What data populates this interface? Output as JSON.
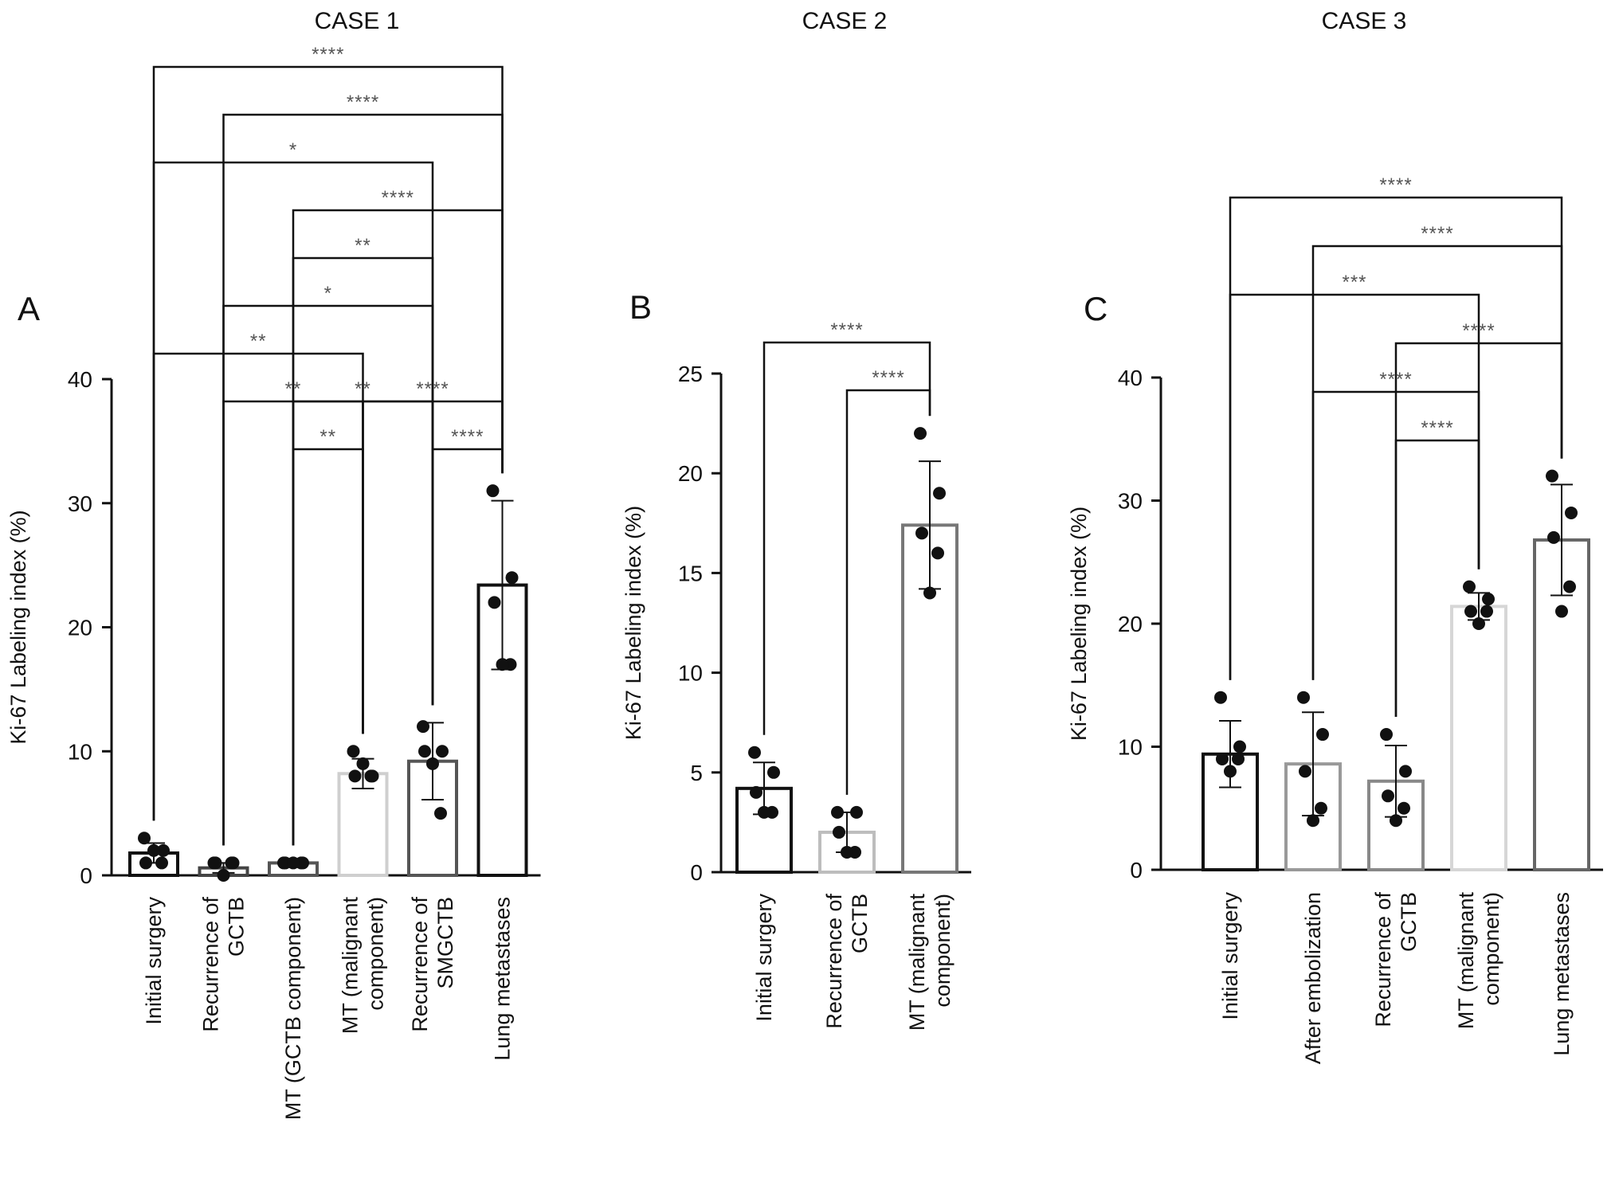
{
  "panels": [
    {
      "panel_label": "A",
      "case_title": "CASE 1",
      "chart_data": {
        "type": "bar",
        "ylabel": "Ki-67 Labeling index (%)",
        "ylim": [
          0,
          40
        ],
        "yticks": [
          0,
          10,
          20,
          30,
          40
        ],
        "categories": [
          [
            "Initial surgery"
          ],
          [
            "Recurrence of",
            "GCTB"
          ],
          [
            "MT (GCTB component)"
          ],
          [
            "MT (malignant",
            "component)"
          ],
          [
            "Recurrence of",
            "SMGCTB"
          ],
          [
            "Lung metastases"
          ]
        ],
        "bar_colors": [
          "#111111",
          "#444444",
          "#555555",
          "#cfcfcf",
          "#555555",
          "#111111"
        ],
        "values": [
          1.8,
          0.6,
          1.0,
          8.2,
          9.2,
          23.4
        ],
        "sd": [
          0.8,
          0.4,
          0.0,
          1.2,
          3.1,
          6.8
        ],
        "points": [
          [
            3,
            2,
            1,
            1,
            2
          ],
          [
            1,
            1,
            1,
            1,
            0
          ],
          [
            1,
            1,
            1,
            1,
            1
          ],
          [
            10,
            8,
            8,
            8,
            9
          ],
          [
            12,
            10,
            10,
            5,
            9
          ],
          [
            31,
            24,
            22,
            17,
            17
          ]
        ],
        "comparisons": [
          {
            "from": 0,
            "to": 5,
            "stars": "****"
          },
          {
            "from": 1,
            "to": 5,
            "stars": "****"
          },
          {
            "from": 0,
            "to": 4,
            "stars": "*"
          },
          {
            "from": 2,
            "to": 5,
            "stars": "****"
          },
          {
            "from": 2,
            "to": 4,
            "stars": "**"
          },
          {
            "from": 1,
            "to": 4,
            "stars": "*"
          },
          {
            "from": 0,
            "to": 3,
            "stars": "**"
          },
          {
            "from": 2,
            "to": 4,
            "stars": "**"
          },
          {
            "from": 1,
            "to": 3,
            "stars": "**"
          },
          {
            "from": 3,
            "to": 5,
            "stars": "****"
          },
          {
            "from": 2,
            "to": 3,
            "stars": "**"
          },
          {
            "from": 4,
            "to": 5,
            "stars": "****"
          }
        ]
      }
    },
    {
      "panel_label": "B",
      "case_title": "CASE 2",
      "chart_data": {
        "type": "bar",
        "ylabel": "Ki-67 Labeling index (%)",
        "ylim": [
          0,
          25
        ],
        "yticks": [
          0,
          5,
          10,
          15,
          20,
          25
        ],
        "categories": [
          [
            "Initial surgery"
          ],
          [
            "Recurrence of",
            "GCTB"
          ],
          [
            "MT (malignant",
            "component)"
          ]
        ],
        "bar_colors": [
          "#111111",
          "#bdbdbd",
          "#777777"
        ],
        "values": [
          4.2,
          2.0,
          17.4
        ],
        "sd": [
          1.3,
          1.0,
          3.2
        ],
        "points": [
          [
            6,
            5,
            4,
            3,
            3
          ],
          [
            3,
            3,
            2,
            1,
            1
          ],
          [
            22,
            19,
            17,
            16,
            14
          ]
        ],
        "comparisons": [
          {
            "from": 0,
            "to": 2,
            "stars": "****"
          },
          {
            "from": 1,
            "to": 2,
            "stars": "****"
          }
        ]
      }
    },
    {
      "panel_label": "C",
      "case_title": "CASE 3",
      "chart_data": {
        "type": "bar",
        "ylabel": "Ki-67 Labeling index (%)",
        "ylim": [
          0,
          40
        ],
        "yticks": [
          0,
          10,
          20,
          30,
          40
        ],
        "categories": [
          [
            "Initial surgery"
          ],
          [
            "After embolization"
          ],
          [
            "Recurrence of",
            "GCTB"
          ],
          [
            "MT (malignant",
            "component)"
          ],
          [
            "Lung metastases"
          ]
        ],
        "bar_colors": [
          "#111111",
          "#999999",
          "#888888",
          "#d6d6d6",
          "#666666"
        ],
        "values": [
          9.4,
          8.6,
          7.2,
          21.4,
          26.8
        ],
        "sd": [
          2.7,
          4.2,
          2.9,
          1.1,
          4.5
        ],
        "points": [
          [
            14,
            10,
            9,
            9,
            8
          ],
          [
            14,
            11,
            8,
            5,
            4
          ],
          [
            11,
            8,
            6,
            5,
            4
          ],
          [
            23,
            22,
            21,
            21,
            20
          ],
          [
            32,
            29,
            27,
            23,
            21
          ]
        ],
        "comparisons": [
          {
            "from": 0,
            "to": 4,
            "stars": "****"
          },
          {
            "from": 1,
            "to": 4,
            "stars": "****"
          },
          {
            "from": 0,
            "to": 3,
            "stars": "***"
          },
          {
            "from": 2,
            "to": 4,
            "stars": "****"
          },
          {
            "from": 1,
            "to": 3,
            "stars": "****"
          },
          {
            "from": 2,
            "to": 3,
            "stars": "****"
          }
        ]
      }
    }
  ]
}
